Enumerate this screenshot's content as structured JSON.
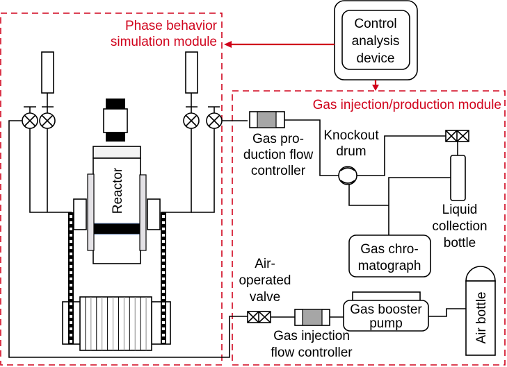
{
  "figure": {
    "modules": {
      "phase_behavior": {
        "title_line1": "Phase behavior",
        "title_line2": "simulation module"
      },
      "gas_injection_production": {
        "title": "Gas injection/production module"
      }
    },
    "control_device": {
      "line1": "Control",
      "line2": "analysis",
      "line3": "device"
    },
    "components": {
      "reactor": "Reactor",
      "gas_production_flow_controller": {
        "line1": "Gas pro-",
        "line2": "duction flow",
        "line3": "controller"
      },
      "knockout_drum": {
        "line1": "Knockout",
        "line2": "drum"
      },
      "liquid_collection_bottle": {
        "line1": "Liquid",
        "line2": "collection",
        "line3": "bottle"
      },
      "gas_chromatograph": {
        "line1": "Gas chro-",
        "line2": "matograph"
      },
      "air_operated_valve": {
        "line1": "Air-",
        "line2": "operated",
        "line3": "valve"
      },
      "gas_booster_pump": {
        "line1": "Gas booster",
        "line2": "pump"
      },
      "gas_injection_flow_controller": {
        "line1": "Gas injection",
        "line2": "flow controller"
      },
      "air_bottle": "Air bottle"
    },
    "colors": {
      "module_border": "#d0021b",
      "signal_arrow": "#d0021b",
      "line": "#000000",
      "controller_core": "#a6a6a6",
      "reactor_flange": "#e4e2e6"
    }
  }
}
